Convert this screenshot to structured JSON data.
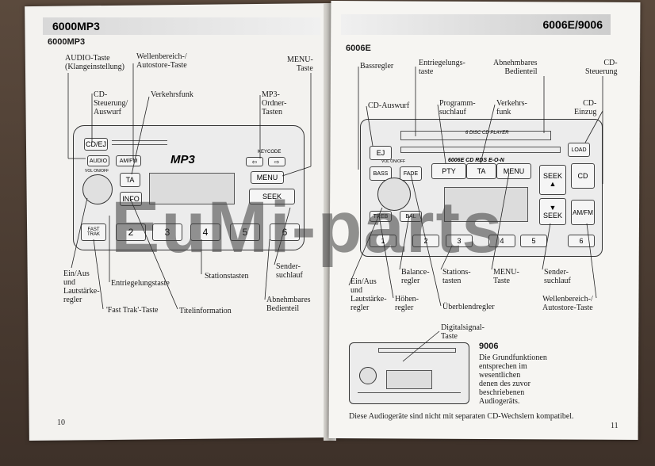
{
  "left_page": {
    "header": "6000MP3",
    "subtitle": "6000MP3",
    "labels": {
      "audio_tab": "AUDIO-Taste\n(Klangeinstellung)",
      "wave": "Wellenbereich-/\nAutostore-Taste",
      "menu": "MENU-\nTaste",
      "cd": "CD-\nSteuerung/\nAuswurf",
      "traffic": "Verkehrsfunk",
      "mp3": "MP3-\nOrdner-\nTasten",
      "onoff": "Ein/Aus\nund\nLautstärke-\nregler",
      "release": "Entriegelungstaste",
      "stations": "Stationstasten",
      "seek": "Sender-\nsuchlauf",
      "fasttrack": "'Fast Trak'-Taste",
      "title": "Titelinformation",
      "removable": "Abnehmbares\nBedienteil"
    },
    "radio": {
      "brand": "MP3",
      "keycode": "KEYCODE",
      "buttons": [
        "CD/EJ",
        "AUDIO",
        "AM/FM",
        "TA",
        "INFO",
        "MENU",
        "SEEK",
        "FAST TRAK"
      ],
      "presets": [
        "2",
        "3",
        "4",
        "5",
        "6"
      ],
      "vol": "VOL ON/OFF"
    },
    "page_number": "10"
  },
  "right_page": {
    "header": "6006E/9006",
    "subtitle": "6006E",
    "labels": {
      "bass": "Bassregler",
      "release": "Entriegelungs-\ntaste",
      "removable": "Abnehmbares\nBedienteil",
      "cdctrl": "CD-\nSteuerung",
      "cdeject": "CD-Auswurf",
      "prog": "Programm-\nsuchlauf",
      "traffic": "Verkehrs-\nfunk",
      "cdin": "CD-\nEinzug",
      "onoff": "Ein/Aus\nund\nLautstärke-\nregler",
      "balance": "Balance-\nregler",
      "stations": "Stations-\ntasten",
      "menu": "MENU-\nTaste",
      "seek": "Sender-\nsuchlauf",
      "treble": "Höhen-\nregler",
      "fade": "Überblendregler",
      "wave": "Wellenbereich-/\nAutostore-Taste",
      "dsp": "Digitalsignal-\nTaste"
    },
    "radio": {
      "cd_label": "6 DISC CD PLAYER",
      "model": "6006E CD RDS E-O-N",
      "buttons": [
        "EJ",
        "BASS",
        "FADE",
        "PTY",
        "TA",
        "MENU",
        "SEEK ▲",
        "CD",
        "▼ SEEK",
        "AM/FM",
        "TREB",
        "BAL",
        "LOAD"
      ],
      "presets": [
        "1",
        "2",
        "3",
        "4",
        "5",
        "6"
      ],
      "vol": "VOL ON/OFF"
    },
    "model9006": "9006",
    "desc9006": "Die Grundfunktionen\nentsprechen im\nwesentlichen\ndenen des zuvor\nbeschriebenen\nAudiogeräts.",
    "footnote": "Diese Audiogeräte sind nicht mit separaten CD-Wechslern kompatibel.",
    "page_number": "11"
  },
  "watermark": "EuMi-parts"
}
